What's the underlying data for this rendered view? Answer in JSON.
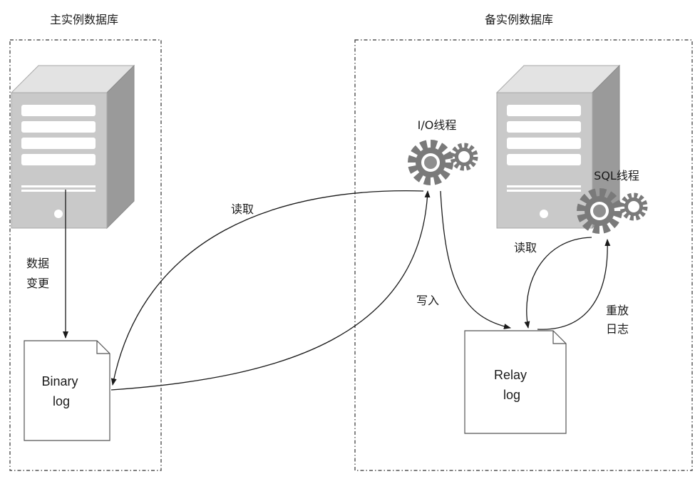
{
  "primary": {
    "title": "主实例数据库",
    "change_line1": "数据",
    "change_line2": "变更",
    "binlog_line1": "Binary",
    "binlog_line2": "log"
  },
  "standby": {
    "title": "备实例数据库",
    "io_thread": "I/O线程",
    "sql_thread": "SQL线程",
    "relay_line1": "Relay",
    "relay_line2": "log"
  },
  "edges": {
    "read_binlog": "读取",
    "write_relay": "写入",
    "read_relay": "读取",
    "replay_line1": "重放",
    "replay_line2": "日志"
  },
  "icons": {
    "server": "server-icon",
    "gear": "gear-icon",
    "document": "document-icon"
  },
  "colors": {
    "server_front": "#c9c9c9",
    "server_side": "#9a9a9a",
    "gear": "#7a7a7a"
  }
}
